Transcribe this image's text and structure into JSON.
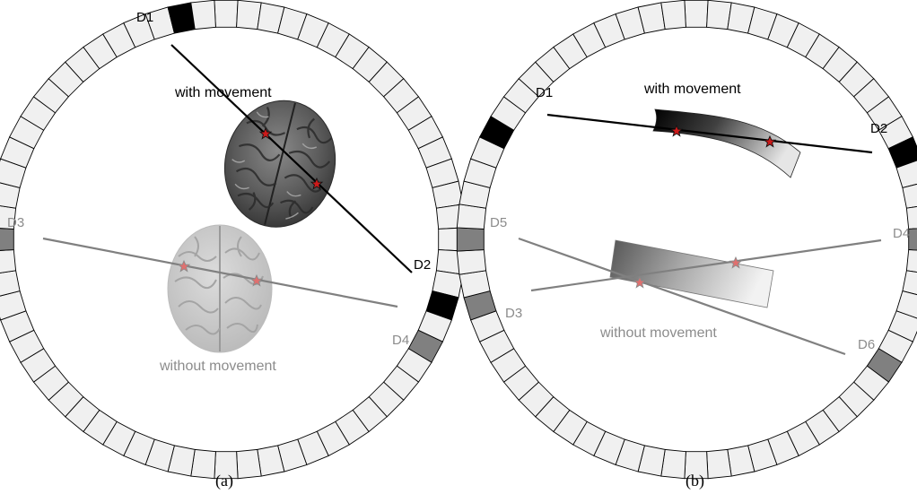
{
  "panel_a": {
    "caption": "(a)",
    "label_with": "with movement",
    "label_without": "without movement",
    "detectors": [
      "D1",
      "D2",
      "D3",
      "D4"
    ]
  },
  "panel_b": {
    "caption": "(b)",
    "label_with": "with movement",
    "label_without": "without movement",
    "detectors": [
      "D1",
      "D2",
      "D3",
      "D4",
      "D5",
      "D6"
    ]
  },
  "colors": {
    "detector_fill": "#f0f0f0",
    "active_black": "#000000",
    "active_gray": "#808080",
    "line_black": "#000000",
    "line_gray": "#808080",
    "marker": "#cc1a1a",
    "label_gray": "#8c8c8c"
  }
}
